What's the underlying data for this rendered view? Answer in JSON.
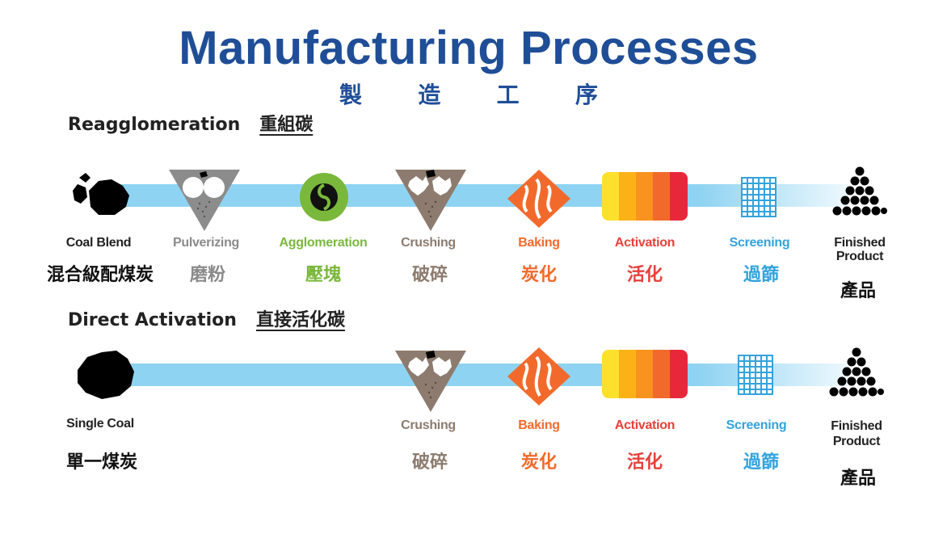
{
  "title": "Manufacturing Processes",
  "subtitle_chars": [
    "製",
    "造",
    "工",
    "序"
  ],
  "reagglomeration": {
    "heading_en": "Reagglomeration",
    "heading_zh": "重組碳",
    "steps": [
      {
        "en": "Coal Blend",
        "zh": "混合級配煤炭",
        "color": "#222222",
        "icon": "coal-blend-icon"
      },
      {
        "en": "Pulverizing",
        "zh": "磨粉",
        "color": "#8a8a8a",
        "icon": "pulverizer-icon"
      },
      {
        "en": "Agglomeration",
        "zh": "壓塊",
        "color": "#7ab83b",
        "icon": "agglomeration-icon"
      },
      {
        "en": "Crushing",
        "zh": "破碎",
        "color": "#8c7b6e",
        "icon": "crusher-icon"
      },
      {
        "en": "Baking",
        "zh": "炭化",
        "color": "#f26a2b",
        "icon": "flame-icon"
      },
      {
        "en": "Activation",
        "zh": "活化",
        "color": "#e8403a",
        "icon": "activation-gradient-icon"
      },
      {
        "en": "Screening",
        "zh": "過篩",
        "color": "#33a3dc",
        "icon": "screen-grid-icon"
      },
      {
        "en": "Finished\nProduct",
        "zh": "產品",
        "color": "#222222",
        "icon": "pellet-pyramid-icon"
      }
    ]
  },
  "direct": {
    "heading_en": "Direct Activation",
    "heading_zh": "直接活化碳",
    "steps": [
      {
        "en": "Single Coal",
        "zh": "單一煤炭",
        "color": "#222222",
        "icon": "coal-lump-icon"
      },
      {
        "en": "Crushing",
        "zh": "破碎",
        "color": "#8c7b6e",
        "icon": "crusher-icon"
      },
      {
        "en": "Baking",
        "zh": "炭化",
        "color": "#f26a2b",
        "icon": "flame-icon"
      },
      {
        "en": "Activation",
        "zh": "活化",
        "color": "#e8403a",
        "icon": "activation-gradient-icon"
      },
      {
        "en": "Screening",
        "zh": "過篩",
        "color": "#33a3dc",
        "icon": "screen-grid-icon"
      },
      {
        "en": "Finished\nProduct",
        "zh": "產品",
        "color": "#222222",
        "icon": "pellet-pyramid-icon"
      }
    ]
  },
  "colors": {
    "title": "#1f4e97",
    "flow_bar": "#8fd3f2",
    "agglomeration": "#7ab83b",
    "baking": "#f26a2b",
    "activation": "#e8403a",
    "screening": "#33a3dc"
  }
}
